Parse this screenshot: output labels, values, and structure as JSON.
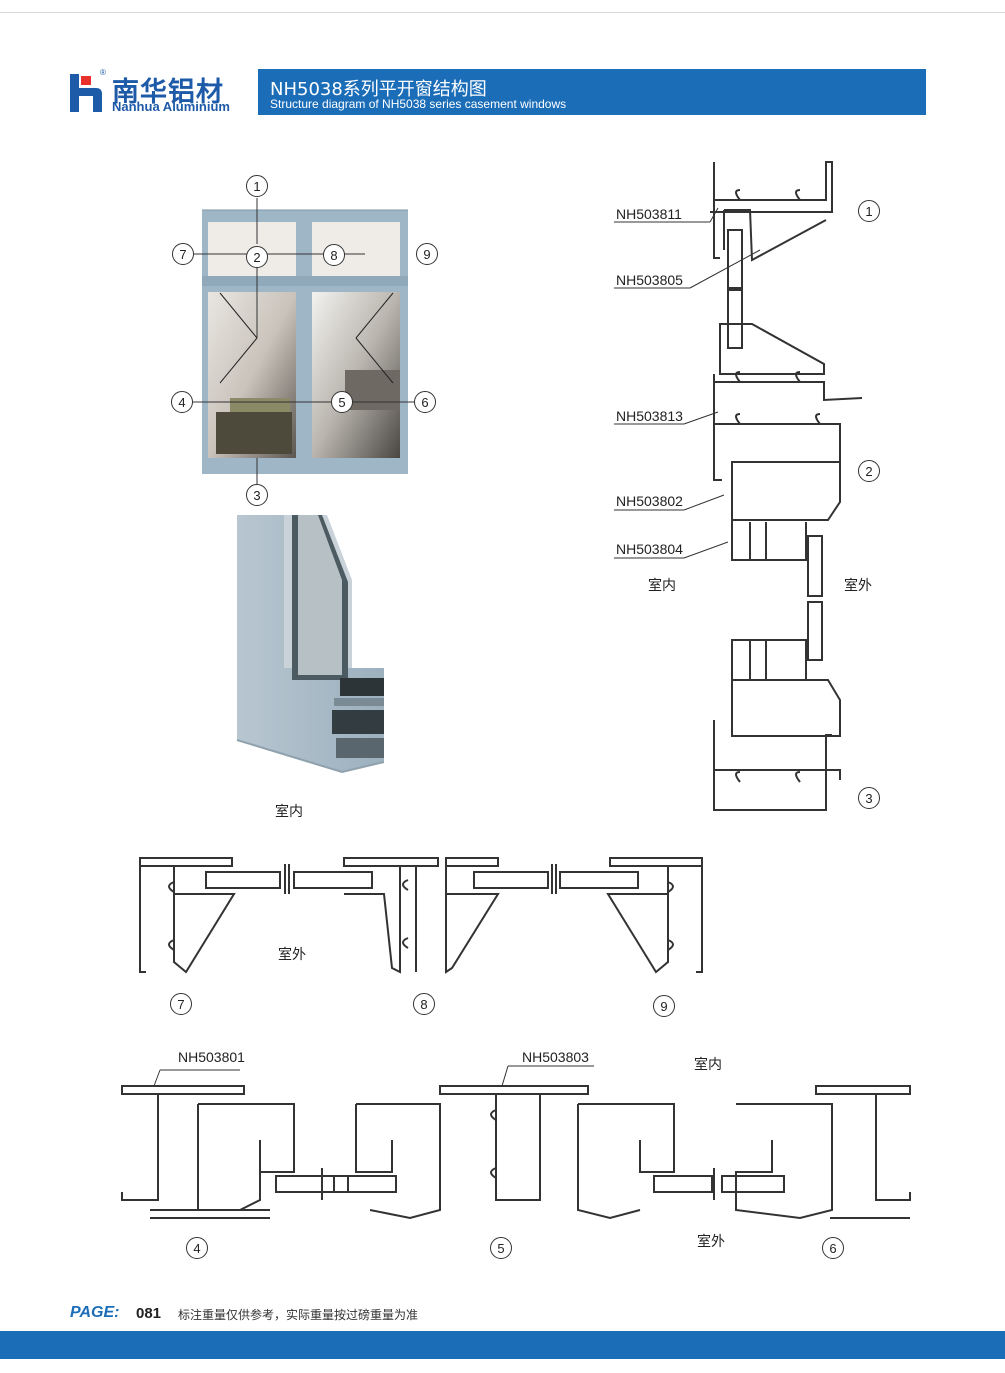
{
  "brand": {
    "name_cn": "南华铝材",
    "name_en": "Nanhua Aluminium",
    "registered_mark": "®",
    "color": "#1d5aa8",
    "logo_accent": "#e8312a"
  },
  "banner": {
    "title": "NH5038系列平开窗结构图",
    "subtitle": "Structure diagram of NH5038 series casement windows",
    "color": "#1b6db8"
  },
  "elevation": {
    "callouts": [
      "1",
      "2",
      "3",
      "4",
      "5",
      "6",
      "7",
      "8",
      "9"
    ]
  },
  "photo_caption": "室内",
  "vertical_section": {
    "profiles": [
      "NH503811",
      "NH503805",
      "NH503813",
      "NH503802",
      "NH503804"
    ],
    "indoor": "室内",
    "outdoor": "室外",
    "callouts": [
      "1",
      "2",
      "3"
    ]
  },
  "transom_section": {
    "outdoor": "室外",
    "callouts": [
      "7",
      "8",
      "9"
    ]
  },
  "horizontal_section": {
    "profiles": [
      "NH503801",
      "NH503803"
    ],
    "indoor": "室内",
    "outdoor": "室外",
    "callouts": [
      "4",
      "5",
      "6"
    ]
  },
  "footer": {
    "page_word": "PAGE:",
    "page_number": "081",
    "note": "标注重量仅供参考，实际重量按过磅重量为准"
  }
}
